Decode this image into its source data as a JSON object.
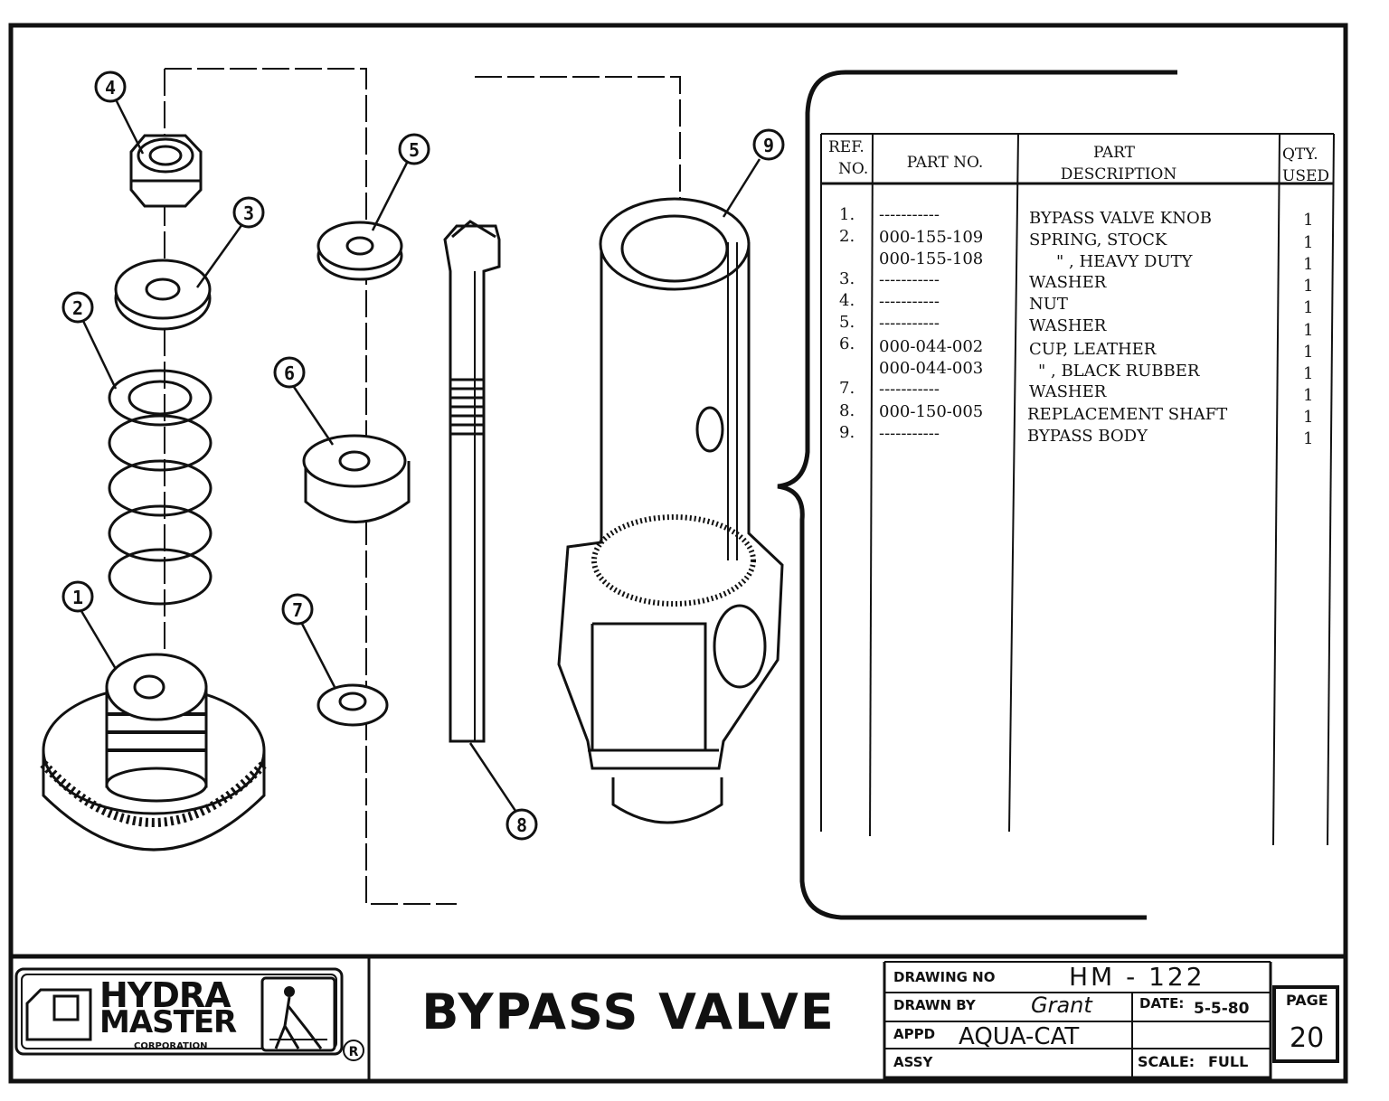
{
  "table": {
    "headers": {
      "ref_line1": "REF.",
      "ref_line2": "NO.",
      "part_no": "PART NO.",
      "desc_line1": "PART",
      "desc_line2": "DESCRIPTION",
      "qty_line1": "QTY.",
      "qty_line2": "USED"
    },
    "rows": [
      {
        "ref": "1.",
        "part": "-----------",
        "desc": "BYPASS VALVE KNOB",
        "qty": "1"
      },
      {
        "ref": "2.",
        "part": "000-155-109",
        "desc": "SPRING, STOCK",
        "qty": "1"
      },
      {
        "ref": "",
        "part": "000-155-108",
        "desc": "\"  , HEAVY DUTY",
        "qty": "1"
      },
      {
        "ref": "3.",
        "part": "-----------",
        "desc": "WASHER",
        "qty": "1"
      },
      {
        "ref": "4.",
        "part": "-----------",
        "desc": "NUT",
        "qty": "1"
      },
      {
        "ref": "5.",
        "part": "-----------",
        "desc": "WASHER",
        "qty": "1"
      },
      {
        "ref": "6.",
        "part": "000-044-002",
        "desc": "CUP, LEATHER",
        "qty": "1"
      },
      {
        "ref": "",
        "part": "000-044-003",
        "desc": "\" , BLACK RUBBER",
        "qty": "1"
      },
      {
        "ref": "7.",
        "part": "-----------",
        "desc": "WASHER",
        "qty": "1"
      },
      {
        "ref": "8.",
        "part": "000-150-005",
        "desc": "REPLACEMENT SHAFT",
        "qty": "1"
      },
      {
        "ref": "9.",
        "part": "-----------",
        "desc": "BYPASS BODY",
        "qty": "1"
      }
    ]
  },
  "callouts": [
    "1",
    "2",
    "3",
    "4",
    "5",
    "6",
    "7",
    "8",
    "9"
  ],
  "title_block": {
    "logo_line1": "HYDRA",
    "logo_line2": "MASTER",
    "logo_line3": "CORPORATION",
    "registered": "R",
    "title": "BYPASS VALVE",
    "drawing_no_label": "DRAWING NO",
    "drawing_no": "HM - 122",
    "drawn_by_label": "DRAWN BY",
    "drawn_by": "Grant",
    "date_label": "DATE:",
    "date": "5-5-80",
    "appd_label": "APPD",
    "appd": "AQUA-CAT",
    "assy_label": "ASSY",
    "scale_label": "SCALE:",
    "scale": "FULL",
    "page_label": "PAGE",
    "page": "20"
  },
  "colors": {
    "ink": "#111111",
    "paper": "#ffffff"
  }
}
